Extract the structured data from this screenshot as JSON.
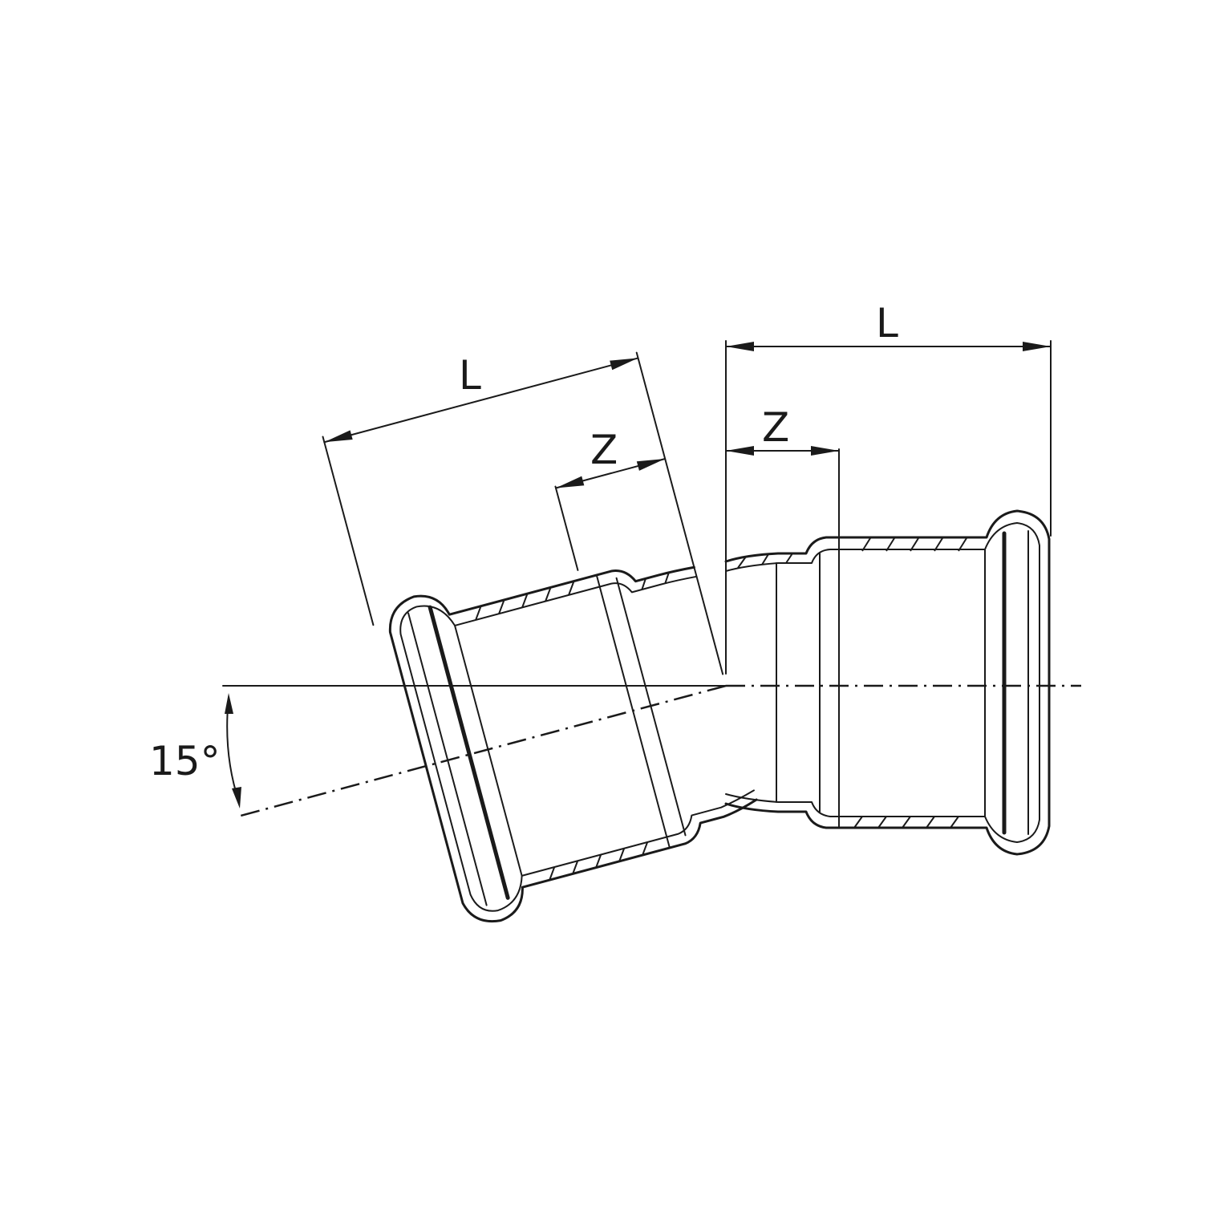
{
  "diagram": {
    "angle_label": "15°",
    "left_leg": {
      "length_label": "L",
      "z_label": "Z"
    },
    "right_leg": {
      "length_label": "L",
      "z_label": "Z"
    }
  },
  "colors": {
    "line": "#1a1a1a",
    "background": "#ffffff"
  }
}
